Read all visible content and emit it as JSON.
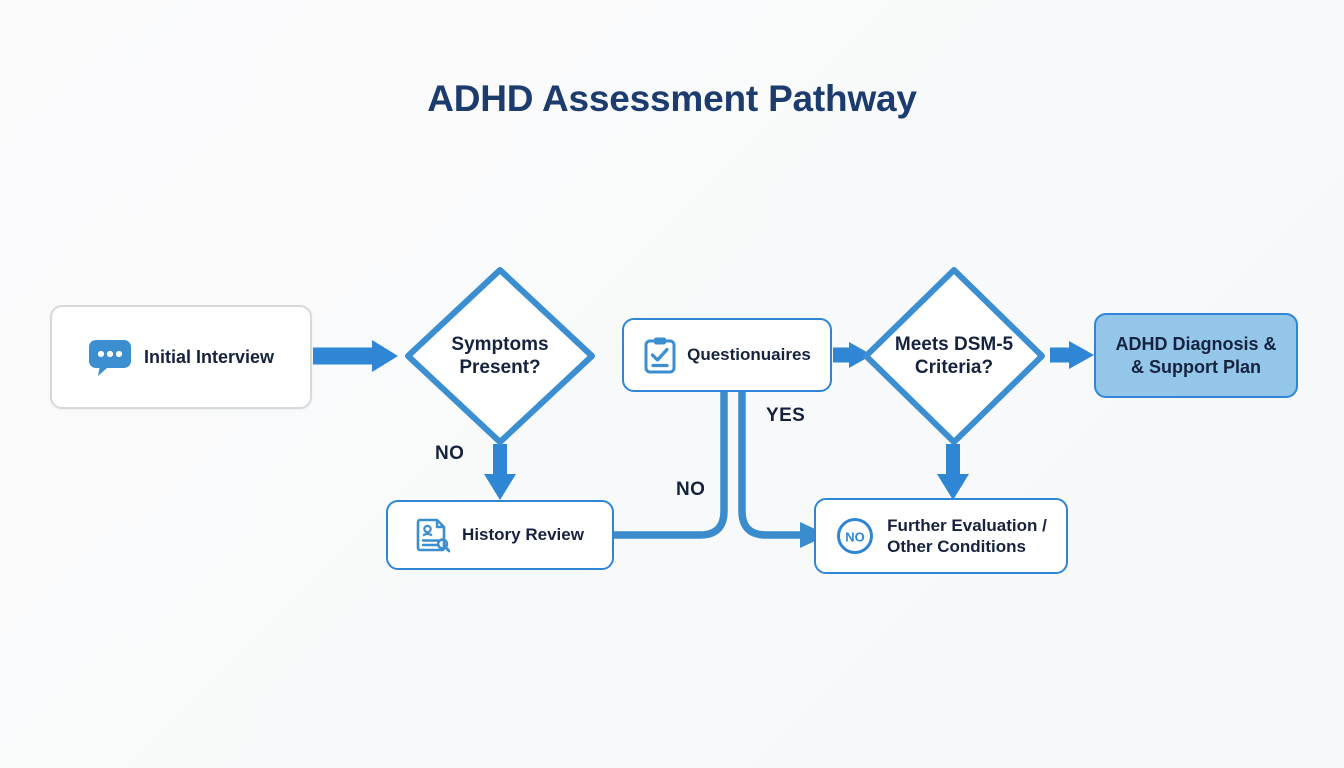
{
  "diagram": {
    "title": "ADHD Assessment Pathway",
    "type": "flowchart",
    "background_color": "#fafbfc",
    "accent_color": "#2e86d4",
    "text_color": "#16233f",
    "title_color": "#1d3c6e",
    "fill_highlight_color": "#94c6ea",
    "nodes": [
      {
        "id": "initial-interview",
        "label": "Initial Interview",
        "shape": "rounded-rectangle",
        "icon": "speech-bubble-icon",
        "border_color": "#d6d8da",
        "fill_color": "#ffffff"
      },
      {
        "id": "symptoms-present",
        "label": "Symptoms\nPresent?",
        "shape": "diamond",
        "icon": "",
        "border_color": "#2e86d4",
        "fill_color": "#ffffff"
      },
      {
        "id": "history-review",
        "label": "History Review",
        "shape": "rounded-rectangle",
        "icon": "document-search-icon",
        "border_color": "#2e86d4",
        "fill_color": "#ffffff"
      },
      {
        "id": "questionuaires",
        "label": "Questionuaires",
        "shape": "rounded-rectangle",
        "icon": "clipboard-check-icon",
        "border_color": "#2e86d4",
        "fill_color": "#ffffff"
      },
      {
        "id": "meets-dsm5",
        "label": "Meets DSM-5\nCriteria?",
        "shape": "diamond",
        "icon": "",
        "border_color": "#2e86d4",
        "fill_color": "#ffffff"
      },
      {
        "id": "further-evaluation",
        "label": "Further Evaluation /\nOther Conditions",
        "shape": "rounded-rectangle",
        "icon": "no-circle-icon",
        "icon_text": "NO",
        "border_color": "#2e86d4",
        "fill_color": "#ffffff"
      },
      {
        "id": "adhd-diagnosis",
        "label": "ADHD Diagnosis &\n& Support Plan",
        "shape": "rounded-rectangle",
        "icon": "",
        "border_color": "#2e86d4",
        "fill_color": "#94c6ea"
      }
    ],
    "edges": [
      {
        "id": "e1",
        "from": "initial-interview",
        "to": "symptoms-present",
        "label": ""
      },
      {
        "id": "e2",
        "from": "symptoms-present",
        "to": "history-review",
        "label": "NO"
      },
      {
        "id": "e3",
        "from": "history-review",
        "to": "questionuaires",
        "label": "NO"
      },
      {
        "id": "e4",
        "from": "questionuaires",
        "to": "further-evaluation",
        "label": "YES"
      },
      {
        "id": "e5",
        "from": "questionuaires",
        "to": "meets-dsm5",
        "label": ""
      },
      {
        "id": "e6",
        "from": "meets-dsm5",
        "to": "further-evaluation",
        "label": ""
      },
      {
        "id": "e7",
        "from": "meets-dsm5",
        "to": "adhd-diagnosis",
        "label": ""
      }
    ],
    "edge_labels": {
      "no_symptoms": "NO",
      "no_questionnaire": "NO",
      "yes_questionnaire": "YES"
    }
  }
}
